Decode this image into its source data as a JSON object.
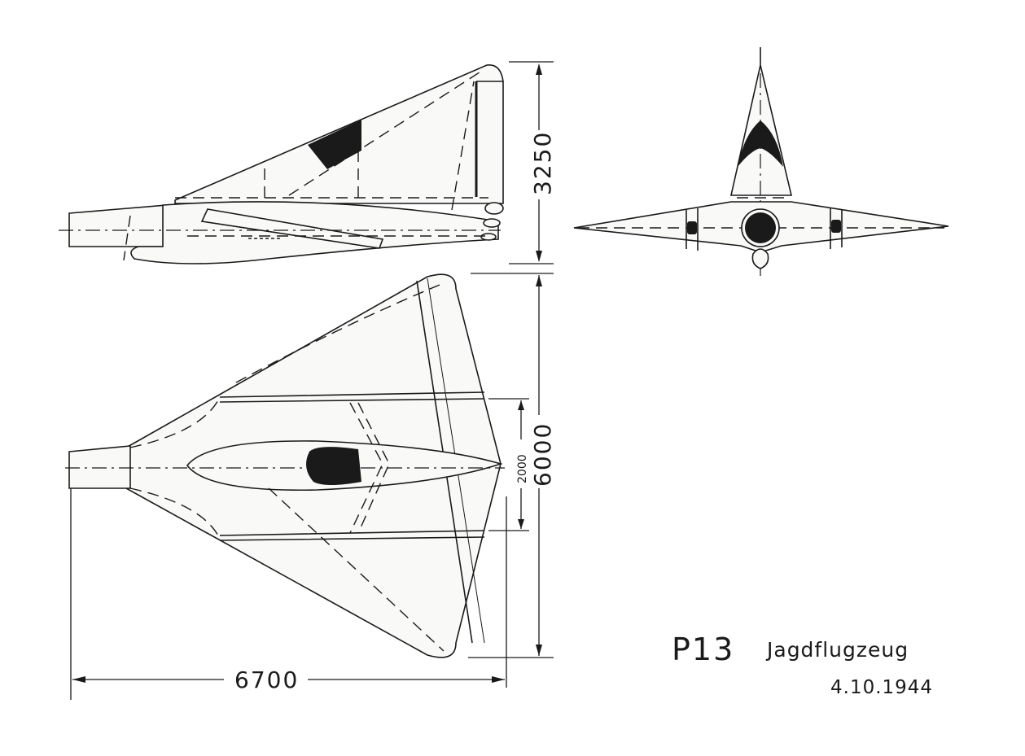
{
  "drawing": {
    "title_code": "P13",
    "title_name": "Jagdflugzeug",
    "date": "4.10.1944",
    "views": [
      "side-view",
      "front-view",
      "top-view"
    ]
  },
  "dimensions": {
    "height": "3250",
    "span": "6000",
    "cockpit_width": "2000",
    "length": "6700"
  }
}
